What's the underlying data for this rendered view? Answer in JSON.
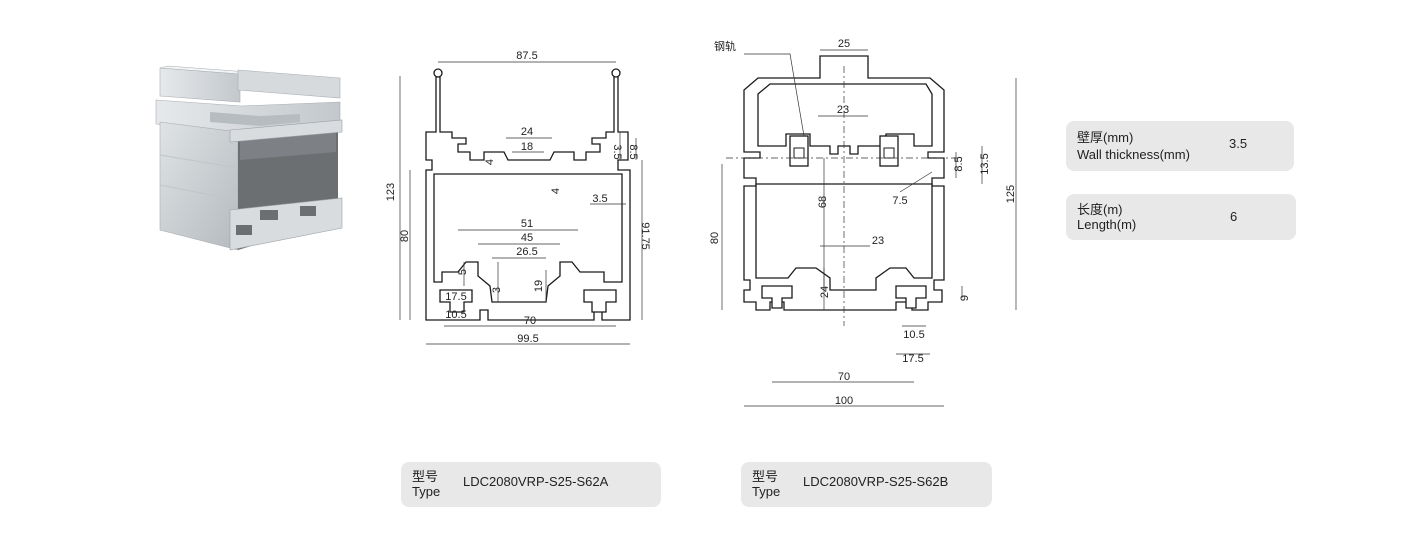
{
  "drawing_a": {
    "dims": {
      "top_width": "87.5",
      "w24": "24",
      "w18": "18",
      "h35": "3.5",
      "h85": "8.5",
      "t4a": "4",
      "t4b": "4",
      "t35": "3.5",
      "w51": "51",
      "w45": "45",
      "w265": "26.5",
      "h5": "5",
      "h3": "3",
      "h19": "19",
      "w175": "17.5",
      "w105": "10.5",
      "w70": "70",
      "w995": "99.5",
      "h123": "123",
      "h80": "80",
      "h9175": "91.75"
    },
    "type_box": {
      "label_cn": "型号",
      "label_en": "Type",
      "value": "LDC2080VRP-S25-S62A"
    }
  },
  "drawing_b": {
    "callout": "钢轨",
    "dims": {
      "w25": "25",
      "w23a": "23",
      "h68": "68",
      "t75": "7.5",
      "h85": "8.5",
      "h135": "13.5",
      "h125": "125",
      "h80": "80",
      "w23b": "23",
      "h24": "24",
      "h9": "9",
      "w105": "10.5",
      "w175": "17.5",
      "w70": "70",
      "w100": "100"
    },
    "type_box": {
      "label_cn": "型号",
      "label_en": "Type",
      "value": "LDC2080VRP-S25-S62B"
    }
  },
  "specs": [
    {
      "label_cn": "壁厚(mm)",
      "label_en": "Wall thickness(mm)",
      "value": "3.5"
    },
    {
      "label_cn": "长度(m)",
      "label_en": "Length(m)",
      "value": "6"
    }
  ],
  "colors": {
    "box_bg": "#e8e8e8",
    "line": "#1a1a1a",
    "aluminum": "#c9cdd0"
  }
}
